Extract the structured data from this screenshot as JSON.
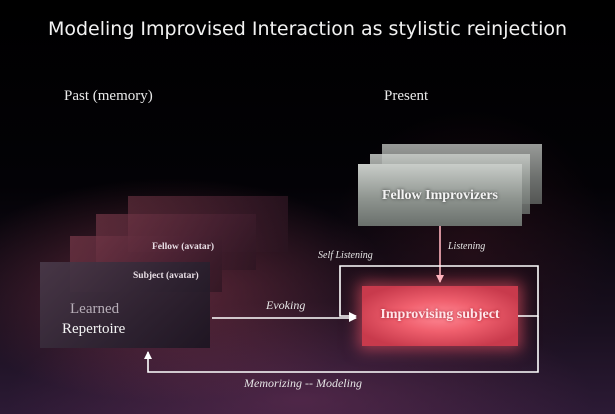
{
  "title": "Modeling Improvised Interaction as stylistic reinjection",
  "headers": {
    "past": "Past (memory)",
    "present": "Present"
  },
  "nodes": {
    "fellow_improvizers": "Fellow Improvizers",
    "improvising_subject": "Improvising subject",
    "fellow_avatar": "Fellow (avatar)",
    "subject_avatar": "Subject (avatar)",
    "learned": "Learned",
    "repertoire": "Repertoire"
  },
  "arrows": {
    "listening": "Listening",
    "self_listening": "Self Listening",
    "evoking": "Evoking",
    "memorizing_modeling": "Memorizing -- Modeling"
  },
  "colors": {
    "improvising_box": "#f0606e",
    "fellow_box": "#9aa09b",
    "arrow_white": "#ffffff",
    "arrow_pink": "#ffb3bd"
  }
}
